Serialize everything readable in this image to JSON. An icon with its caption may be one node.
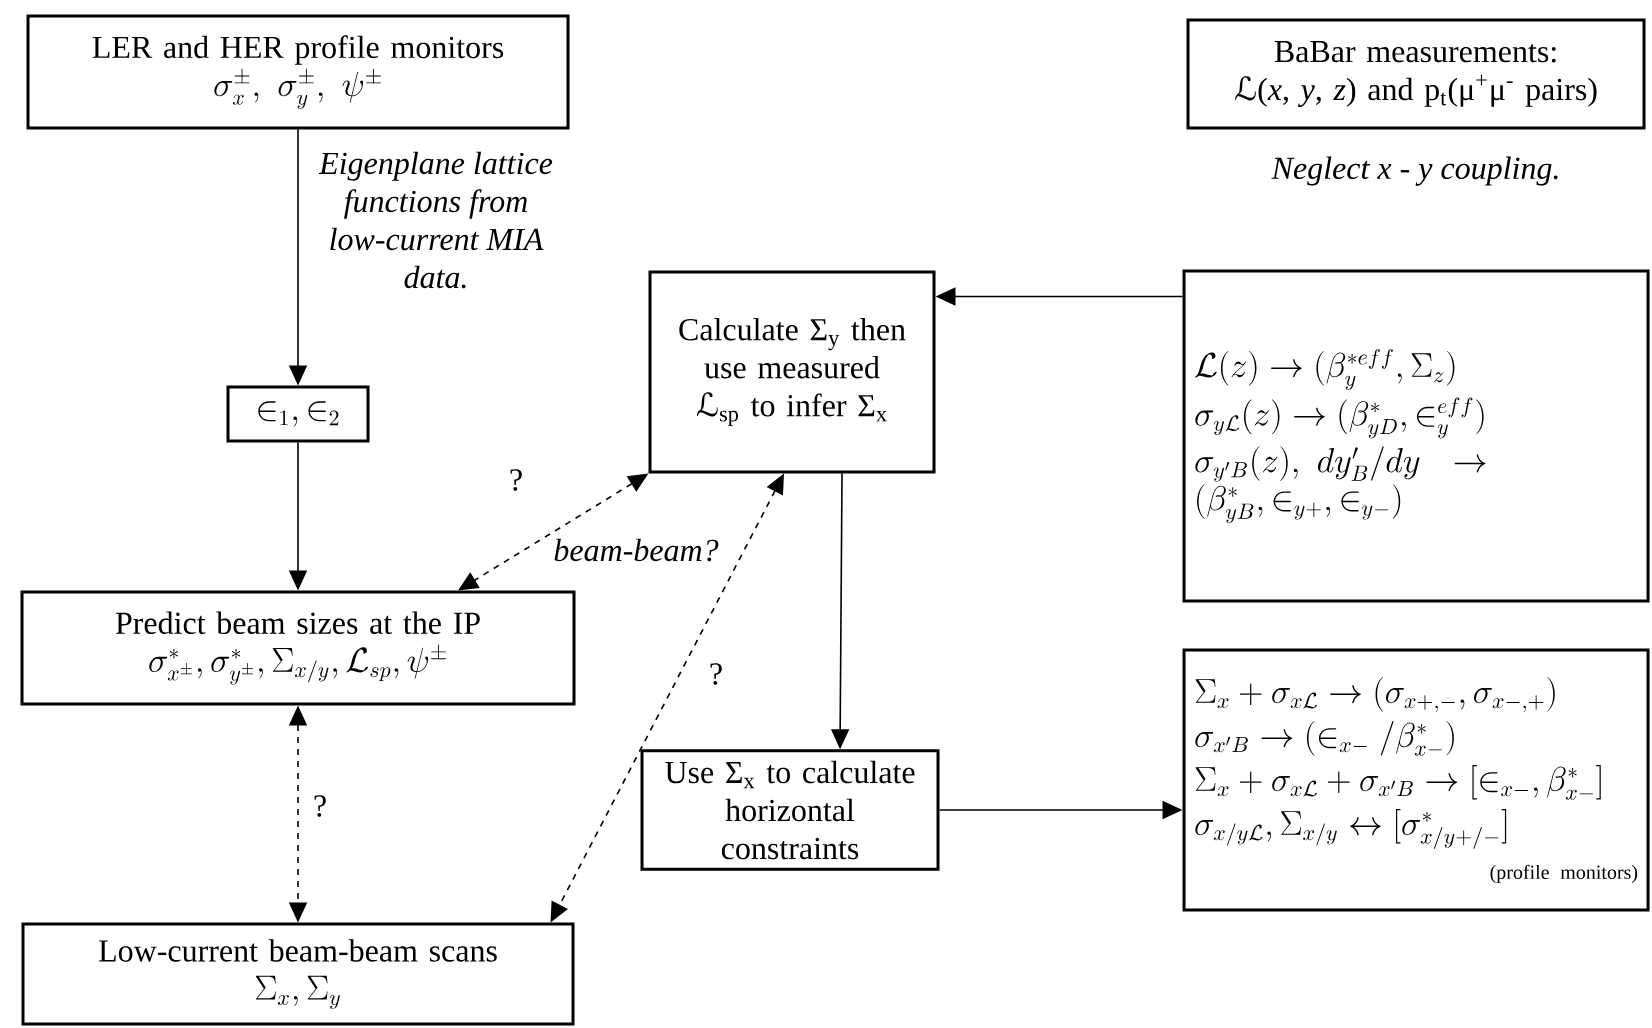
{
  "diagram": {
    "nodes": [
      {
        "text": [
          "LER and HER profile monitors",
          "\\sigma_x^{\\pm},\\ \\sigma_y^{\\pm},\\ \\psi^{\\pm}"
        ]
      },
      {
        "text": [
          "\\in_1 , \\in_2"
        ]
      },
      {
        "text": [
          "Predict beam sizes at the IP",
          "\\sigma^*_{x^\\pm} , \\sigma^*_{y^\\pm} , \\Sigma_{x/y} , \\mathcal{L}_{sp} , \\psi^{\\pm}"
        ]
      },
      {
        "text": [
          "Low-current beam-beam scans",
          "\\Sigma_x , \\Sigma_y"
        ]
      },
      {
        "text": [
          "Calculate Σ$_{y}$ then use measured ℒ$_{sp}$ to infer Σ$_{x}$"
        ]
      },
      {
        "text": [
          "BaBar measurements:",
          "ℒ(*x*, *y*, *z*) and p$_{t}$(μ$^{+}$μ$^{-}$ pairs)"
        ],
        "beside": [
          "Neglect x - y coupling."
        ]
      },
      {
        "text": [
          "\\mathcal{L}(z) \\to (\\beta_y^{*eff}, \\Sigma_z)",
          "\\sigma_{y\\mathcal{L}}(z) \\to (\\beta^*_{yD}, \\in_y^{eff})",
          "\\sigma_{y'B}(z),\\ dy'_B/dy \\to (\\beta^*_{yB}, \\mathord{\\in}_{y+}, \\mathord{\\in}_{y-})"
        ]
      },
      {
        "text": [
          "Use Σ$_{x}$ to calculate horizontal constraints"
        ]
      },
      {
        "text": [
          "\\Sigma_x + \\sigma_{x\\mathcal{L}} \\to (\\sigma_{x+,-} , \\sigma_{x-,+})",
          "\\sigma_{x'B} \\to (\\in_{x-} / \\beta^*_{x-})",
          "\\Sigma_x + \\sigma_{x\\mathcal{L}} + \\sigma_{x'B} \\to [\\in_{x-} , \\beta^*_{x-}]",
          "\\sigma_{x/y\\mathcal{L}} , \\Sigma_{x/y} \\leftrightarrow [\\sigma^*_{x/y+/-}]",
          "(profile monitors)"
        ]
      }
    ],
    "edges": [
      {
        "from": 0,
        "to": 1,
        "arrow": "to",
        "label": "Eigenplane lattice functions from low-current MIA data."
      },
      {
        "from": 1,
        "to": 2,
        "arrow": "to"
      },
      {
        "from": 4,
        "to": 2,
        "arrow": "both",
        "style": "dashed",
        "label": "?"
      },
      {
        "from": 2,
        "to": 3,
        "arrow": "both",
        "style": "dashed",
        "label": "?"
      },
      {
        "from": 4,
        "to": 3,
        "arrow": "both",
        "style": "dashed",
        "label": "?"
      },
      {
        "from": 6,
        "to": 4,
        "arrow": "to"
      },
      {
        "from": 4,
        "to": 7,
        "arrow": "to"
      },
      {
        "from": 7,
        "to": 8,
        "arrow": "to"
      }
    ],
    "labels": [
      "beam-beam?"
    ]
  }
}
